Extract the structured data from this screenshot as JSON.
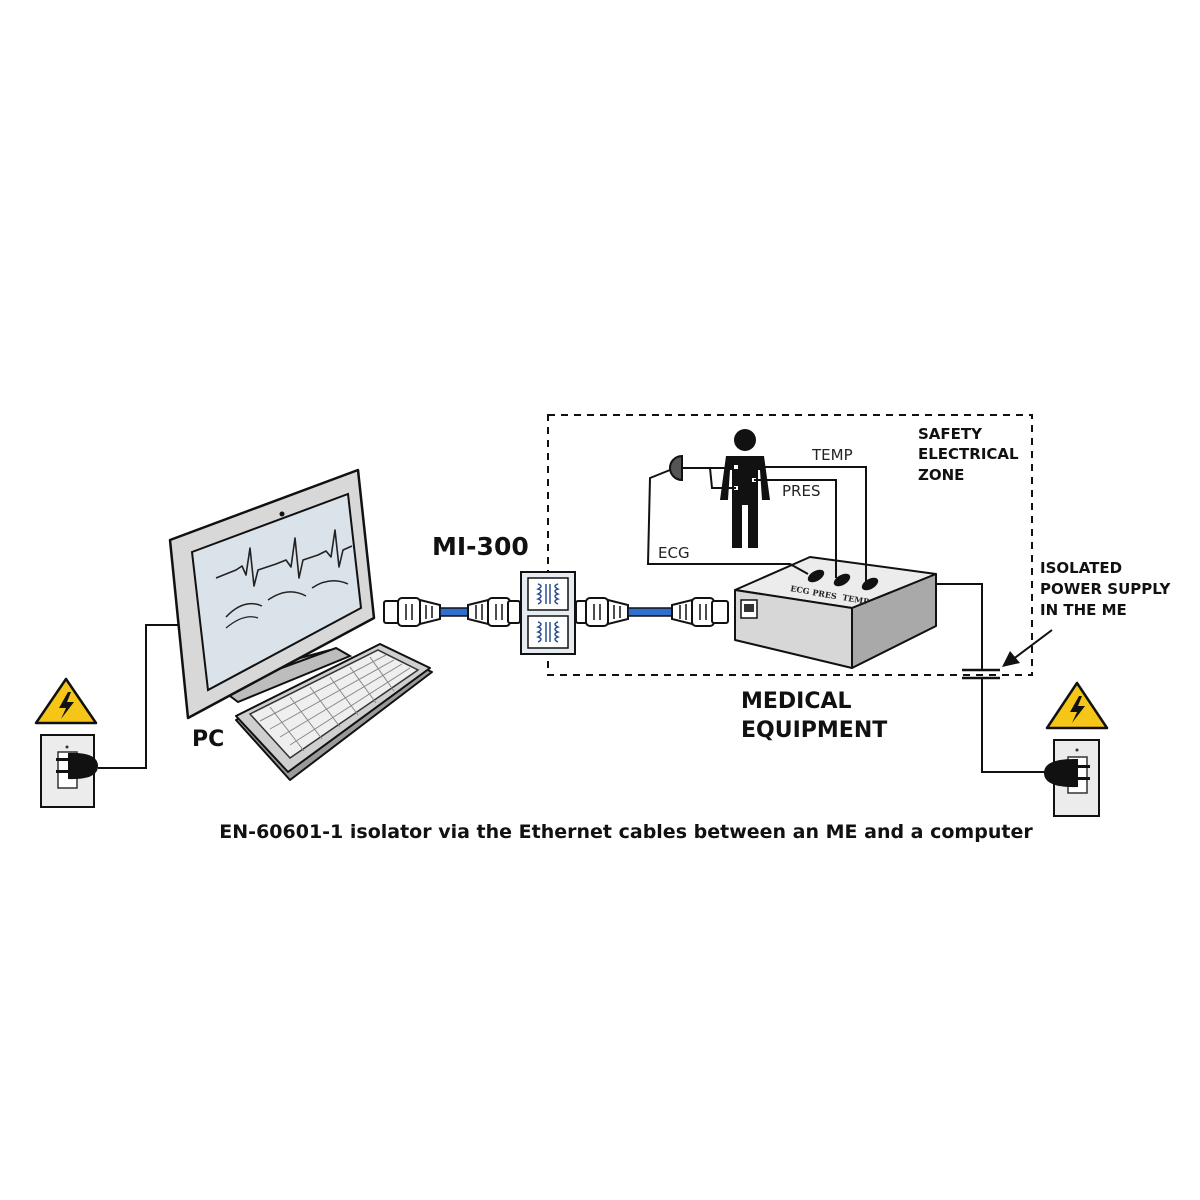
{
  "labels": {
    "pc": "PC",
    "isolator": "MI-300",
    "zone": [
      "SAFETY",
      "ELECTRICAL",
      "ZONE"
    ],
    "isolated_supply": [
      "ISOLATED",
      "POWER SUPPLY",
      "IN THE ME"
    ],
    "medical_equipment": [
      "MEDICAL",
      "EQUIPMENT"
    ],
    "temp": "TEMP",
    "pres": "PRES",
    "ecg": "ECG",
    "ports": [
      "ECG",
      "PRES",
      "TEMP"
    ],
    "caption": "EN-60601-1 isolator via the Ethernet cables between an ME and a computer"
  },
  "colors": {
    "line": "#111111",
    "monitor_body": "#d8d8d8",
    "screen": "#dbe3ea",
    "cable_blue": "#2f6fd0",
    "warning_yellow": "#f5c518",
    "me_box": "#d7d7d7"
  },
  "icons": [
    "warning-lightning-icon",
    "wall-outlet-icon",
    "plug-icon",
    "rj45-connector-icon",
    "transformer-icon",
    "person-icon",
    "electrode-icon"
  ]
}
